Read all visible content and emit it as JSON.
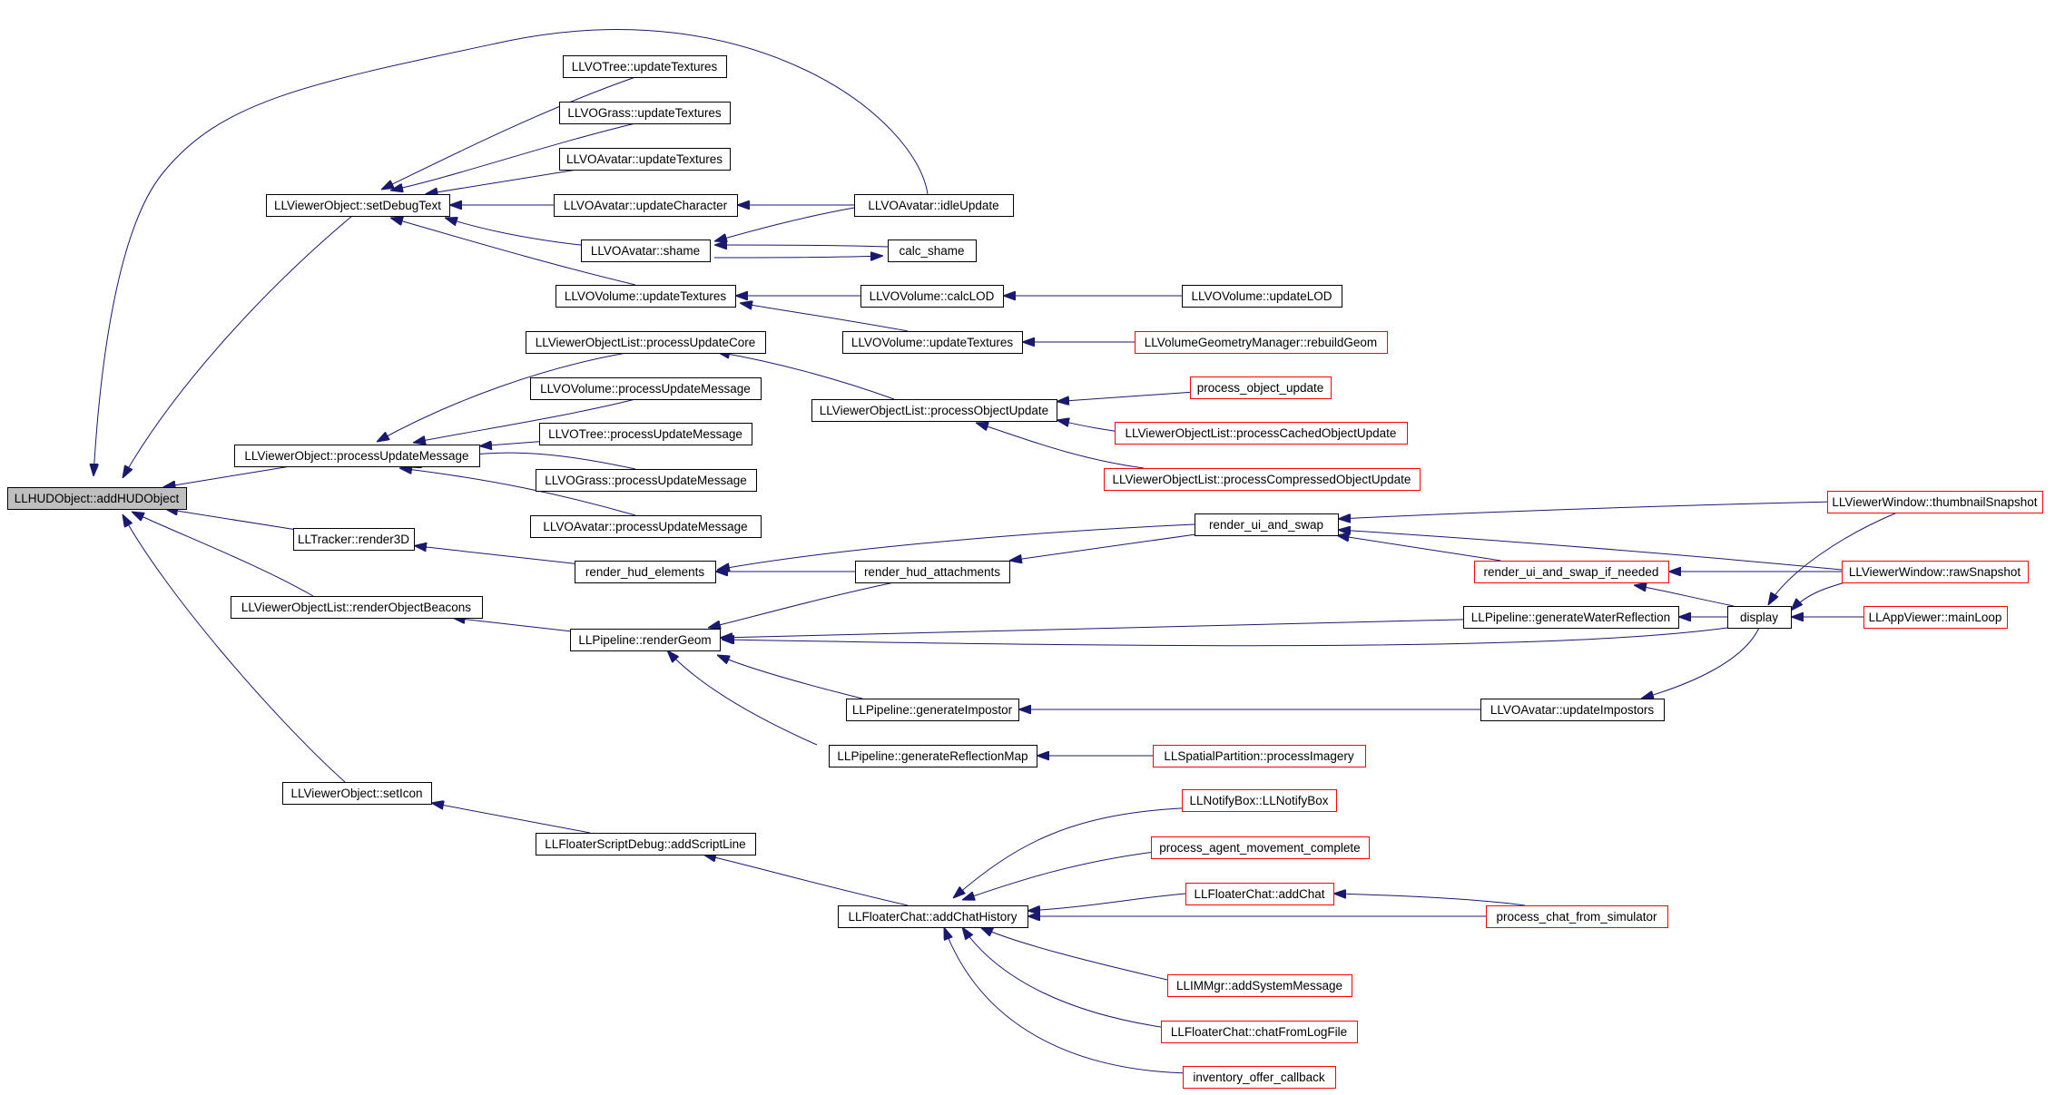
{
  "graph": {
    "title": "",
    "colors": {
      "edge": "#191970",
      "box_border": "#000000",
      "truncated_border": "#ff0000",
      "root_fill": "#bfbfbf"
    },
    "nodes": [
      {
        "id": "n01",
        "label": "LLHUDObject::addHUDObject",
        "style": "root"
      },
      {
        "id": "n02",
        "label": "LLViewerObject::setDebugText",
        "style": "normal"
      },
      {
        "id": "n03",
        "label": "LLViewerObject::processUpdateMessage",
        "style": "normal"
      },
      {
        "id": "n04",
        "label": "LLTracker::render3D",
        "style": "normal"
      },
      {
        "id": "n05",
        "label": "LLViewerObjectList::renderObjectBeacons",
        "style": "normal"
      },
      {
        "id": "n06",
        "label": "LLViewerObject::setIcon",
        "style": "normal"
      },
      {
        "id": "n07",
        "label": "LLVOTree::updateTextures",
        "style": "normal"
      },
      {
        "id": "n08",
        "label": "LLVOGrass::updateTextures",
        "style": "normal"
      },
      {
        "id": "n09",
        "label": "LLVOAvatar::updateTextures",
        "style": "normal"
      },
      {
        "id": "n10",
        "label": "LLVOAvatar::updateCharacter",
        "style": "normal"
      },
      {
        "id": "n11",
        "label": "LLVOAvatar::shame",
        "style": "normal"
      },
      {
        "id": "n12",
        "label": "LLVOVolume::updateTextures",
        "style": "normal"
      },
      {
        "id": "n13",
        "label": "LLViewerObjectList::processUpdateCore",
        "style": "normal"
      },
      {
        "id": "n14",
        "label": "LLVOVolume::processUpdateMessage",
        "style": "normal"
      },
      {
        "id": "n15",
        "label": "LLVOTree::processUpdateMessage",
        "style": "normal"
      },
      {
        "id": "n16",
        "label": "LLVOGrass::processUpdateMessage",
        "style": "normal"
      },
      {
        "id": "n17",
        "label": "LLVOAvatar::processUpdateMessage",
        "style": "normal"
      },
      {
        "id": "n18",
        "label": "render_hud_elements",
        "style": "normal"
      },
      {
        "id": "n19",
        "label": "LLPipeline::renderGeom",
        "style": "normal"
      },
      {
        "id": "n20",
        "label": "LLFloaterScriptDebug::addScriptLine",
        "style": "normal"
      },
      {
        "id": "n21",
        "label": "LLVOAvatar::idleUpdate",
        "style": "normal"
      },
      {
        "id": "n22",
        "label": "calc_shame",
        "style": "normal"
      },
      {
        "id": "n23",
        "label": "LLVOVolume::calcLOD",
        "style": "normal"
      },
      {
        "id": "n24",
        "label": "LLVOVolume::updateTextures",
        "style": "normal"
      },
      {
        "id": "n25",
        "label": "LLViewerObjectList::processObjectUpdate",
        "style": "normal"
      },
      {
        "id": "n26",
        "label": "render_hud_attachments",
        "style": "normal"
      },
      {
        "id": "n27",
        "label": "LLPipeline::generateImpostor",
        "style": "normal"
      },
      {
        "id": "n28",
        "label": "LLPipeline::generateReflectionMap",
        "style": "normal"
      },
      {
        "id": "n29",
        "label": "LLFloaterChat::addChatHistory",
        "style": "normal"
      },
      {
        "id": "n30",
        "label": "LLVOVolume::updateLOD",
        "style": "normal"
      },
      {
        "id": "n31",
        "label": "LLVolumeGeometryManager::rebuildGeom",
        "style": "truncated"
      },
      {
        "id": "n32",
        "label": "process_object_update",
        "style": "truncated"
      },
      {
        "id": "n33",
        "label": "LLViewerObjectList::processCachedObjectUpdate",
        "style": "truncated"
      },
      {
        "id": "n34",
        "label": "LLViewerObjectList::processCompressedObjectUpdate",
        "style": "truncated"
      },
      {
        "id": "n35",
        "label": "render_ui_and_swap",
        "style": "normal"
      },
      {
        "id": "n36",
        "label": "render_ui_and_swap_if_needed",
        "style": "truncated"
      },
      {
        "id": "n37",
        "label": "LLPipeline::generateWaterReflection",
        "style": "normal"
      },
      {
        "id": "n38",
        "label": "LLVOAvatar::updateImpostors",
        "style": "normal"
      },
      {
        "id": "n39",
        "label": "LLSpatialPartition::processImagery",
        "style": "truncated"
      },
      {
        "id": "n40",
        "label": "LLNotifyBox::LLNotifyBox",
        "style": "truncated"
      },
      {
        "id": "n41",
        "label": "process_agent_movement_complete",
        "style": "truncated"
      },
      {
        "id": "n42",
        "label": "LLFloaterChat::addChat",
        "style": "truncated"
      },
      {
        "id": "n43",
        "label": "process_chat_from_simulator",
        "style": "truncated"
      },
      {
        "id": "n44",
        "label": "LLIMMgr::addSystemMessage",
        "style": "truncated"
      },
      {
        "id": "n45",
        "label": "LLFloaterChat::chatFromLogFile",
        "style": "truncated"
      },
      {
        "id": "n46",
        "label": "inventory_offer_callback",
        "style": "truncated"
      },
      {
        "id": "n47",
        "label": "display",
        "style": "normal"
      },
      {
        "id": "n48",
        "label": "LLViewerWindow::thumbnailSnapshot",
        "style": "truncated"
      },
      {
        "id": "n49",
        "label": "LLViewerWindow::rawSnapshot",
        "style": "truncated"
      },
      {
        "id": "n50",
        "label": "LLAppViewer::mainLoop",
        "style": "truncated"
      }
    ],
    "edges": [
      {
        "from": "n02",
        "to": "n01"
      },
      {
        "from": "n03",
        "to": "n01"
      },
      {
        "from": "n04",
        "to": "n01"
      },
      {
        "from": "n05",
        "to": "n01"
      },
      {
        "from": "n06",
        "to": "n01"
      },
      {
        "from": "n21",
        "to": "n01"
      },
      {
        "from": "n07",
        "to": "n02"
      },
      {
        "from": "n08",
        "to": "n02"
      },
      {
        "from": "n09",
        "to": "n02"
      },
      {
        "from": "n10",
        "to": "n02"
      },
      {
        "from": "n11",
        "to": "n02"
      },
      {
        "from": "n12",
        "to": "n02"
      },
      {
        "from": "n21",
        "to": "n10"
      },
      {
        "from": "n21",
        "to": "n11"
      },
      {
        "from": "n22",
        "to": "n11"
      },
      {
        "from": "n11",
        "to": "n22"
      },
      {
        "from": "n23",
        "to": "n12"
      },
      {
        "from": "n24",
        "to": "n12"
      },
      {
        "from": "n30",
        "to": "n23"
      },
      {
        "from": "n31",
        "to": "n24"
      },
      {
        "from": "n13",
        "to": "n03"
      },
      {
        "from": "n14",
        "to": "n03"
      },
      {
        "from": "n15",
        "to": "n03"
      },
      {
        "from": "n16",
        "to": "n03"
      },
      {
        "from": "n17",
        "to": "n03"
      },
      {
        "from": "n25",
        "to": "n13"
      },
      {
        "from": "n32",
        "to": "n25"
      },
      {
        "from": "n33",
        "to": "n25"
      },
      {
        "from": "n34",
        "to": "n25"
      },
      {
        "from": "n18",
        "to": "n04"
      },
      {
        "from": "n35",
        "to": "n18"
      },
      {
        "from": "n26",
        "to": "n18"
      },
      {
        "from": "n35",
        "to": "n26"
      },
      {
        "from": "n48",
        "to": "n35"
      },
      {
        "from": "n49",
        "to": "n35"
      },
      {
        "from": "n36",
        "to": "n35"
      },
      {
        "from": "n47",
        "to": "n36"
      },
      {
        "from": "n49",
        "to": "n36"
      },
      {
        "from": "n19",
        "to": "n05"
      },
      {
        "from": "n26",
        "to": "n19"
      },
      {
        "from": "n37",
        "to": "n19"
      },
      {
        "from": "n47",
        "to": "n19"
      },
      {
        "from": "n27",
        "to": "n19"
      },
      {
        "from": "n28",
        "to": "n19"
      },
      {
        "from": "n47",
        "to": "n37"
      },
      {
        "from": "n48",
        "to": "n47"
      },
      {
        "from": "n49",
        "to": "n47"
      },
      {
        "from": "n50",
        "to": "n47"
      },
      {
        "from": "n38",
        "to": "n27"
      },
      {
        "from": "n47",
        "to": "n38"
      },
      {
        "from": "n39",
        "to": "n28"
      },
      {
        "from": "n20",
        "to": "n06"
      },
      {
        "from": "n29",
        "to": "n20"
      },
      {
        "from": "n40",
        "to": "n29"
      },
      {
        "from": "n41",
        "to": "n29"
      },
      {
        "from": "n42",
        "to": "n29"
      },
      {
        "from": "n43",
        "to": "n29"
      },
      {
        "from": "n44",
        "to": "n29"
      },
      {
        "from": "n45",
        "to": "n29"
      },
      {
        "from": "n46",
        "to": "n29"
      },
      {
        "from": "n43",
        "to": "n42"
      }
    ]
  }
}
